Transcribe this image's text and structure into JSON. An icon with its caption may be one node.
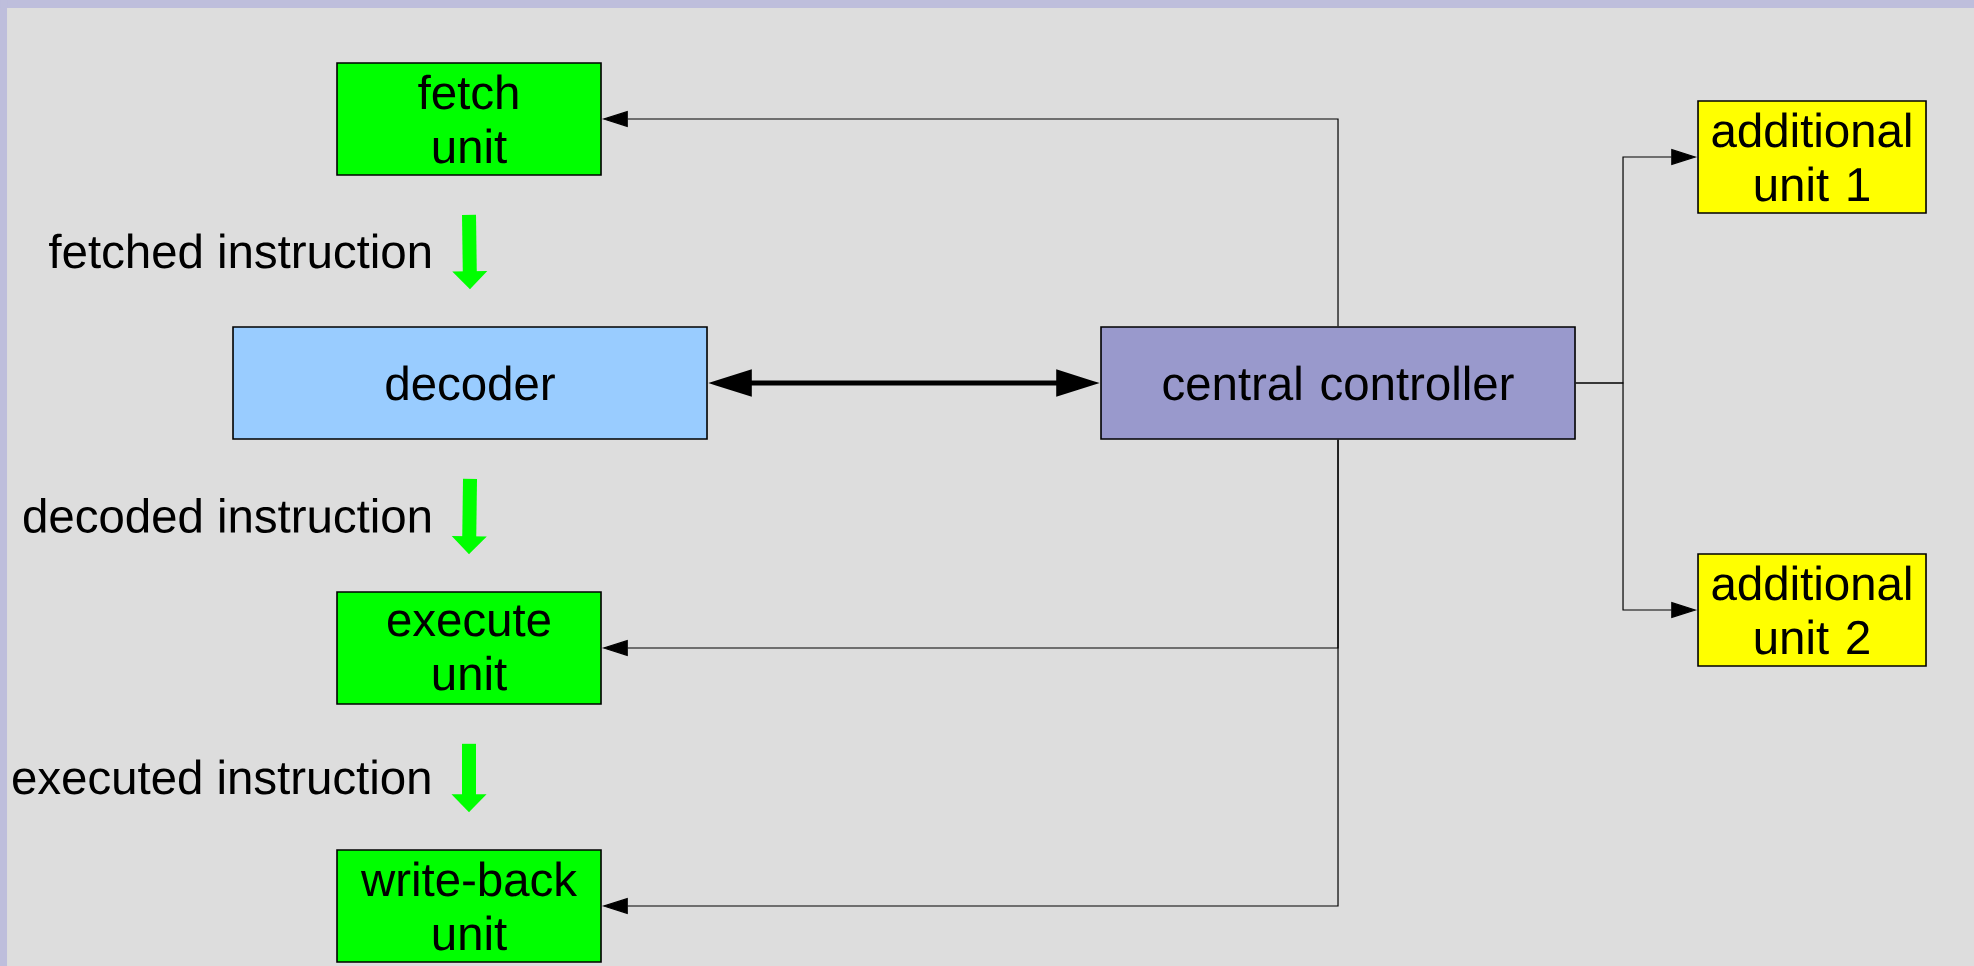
{
  "diagram": {
    "nodes": [
      {
        "text": [
          "fetch unit"
        ]
      },
      {
        "text": [
          "decoder"
        ]
      },
      {
        "text": [
          "execute unit"
        ]
      },
      {
        "text": [
          "write-back unit"
        ]
      },
      {
        "text": [
          "central controller"
        ]
      },
      {
        "text": [
          "additional unit 1"
        ]
      },
      {
        "text": [
          "additional unit 2"
        ]
      }
    ],
    "edges": [
      {
        "from": 0,
        "to": 1,
        "arrow": "to",
        "label": "fetched instruction",
        "color": "#00ff00",
        "style": "thick"
      },
      {
        "from": 1,
        "to": 2,
        "arrow": "to",
        "label": "decoded instruction",
        "color": "#00ff00",
        "style": "thick"
      },
      {
        "from": 2,
        "to": 3,
        "arrow": "to",
        "label": "executed instruction",
        "color": "#00ff00",
        "style": "thick"
      },
      {
        "from": 1,
        "to": 4,
        "arrow": "both",
        "style": "thick"
      },
      {
        "from": 4,
        "to": 0,
        "arrow": "to"
      },
      {
        "from": 4,
        "to": 2,
        "arrow": "to"
      },
      {
        "from": 4,
        "to": 3,
        "arrow": "to"
      },
      {
        "from": 4,
        "to": 5,
        "arrow": "to"
      },
      {
        "from": 4,
        "to": 6,
        "arrow": "to"
      }
    ]
  }
}
